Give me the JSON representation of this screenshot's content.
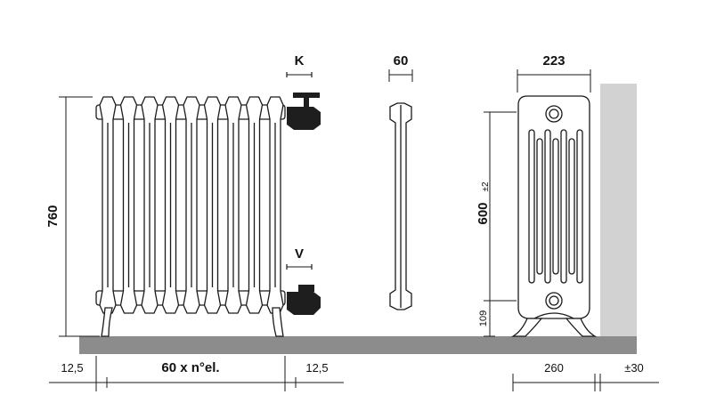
{
  "colors": {
    "line": "#1a1a1a",
    "floor": "#8c8c8c",
    "wall": "#d2d2d2",
    "radiator_fill": "#ffffff",
    "valve": "#1e1e1e"
  },
  "labels": {
    "k": "K",
    "v": "V",
    "height_total": "760",
    "section_width": "60",
    "depth": "223",
    "center_distance": "600",
    "center_tolerance": "±2",
    "bottom_offset": "109",
    "left_margin": "12,5",
    "width_formula": "60 x n°el.",
    "right_margin": "12,5",
    "foot_span": "260",
    "wall_gap": "±30"
  }
}
